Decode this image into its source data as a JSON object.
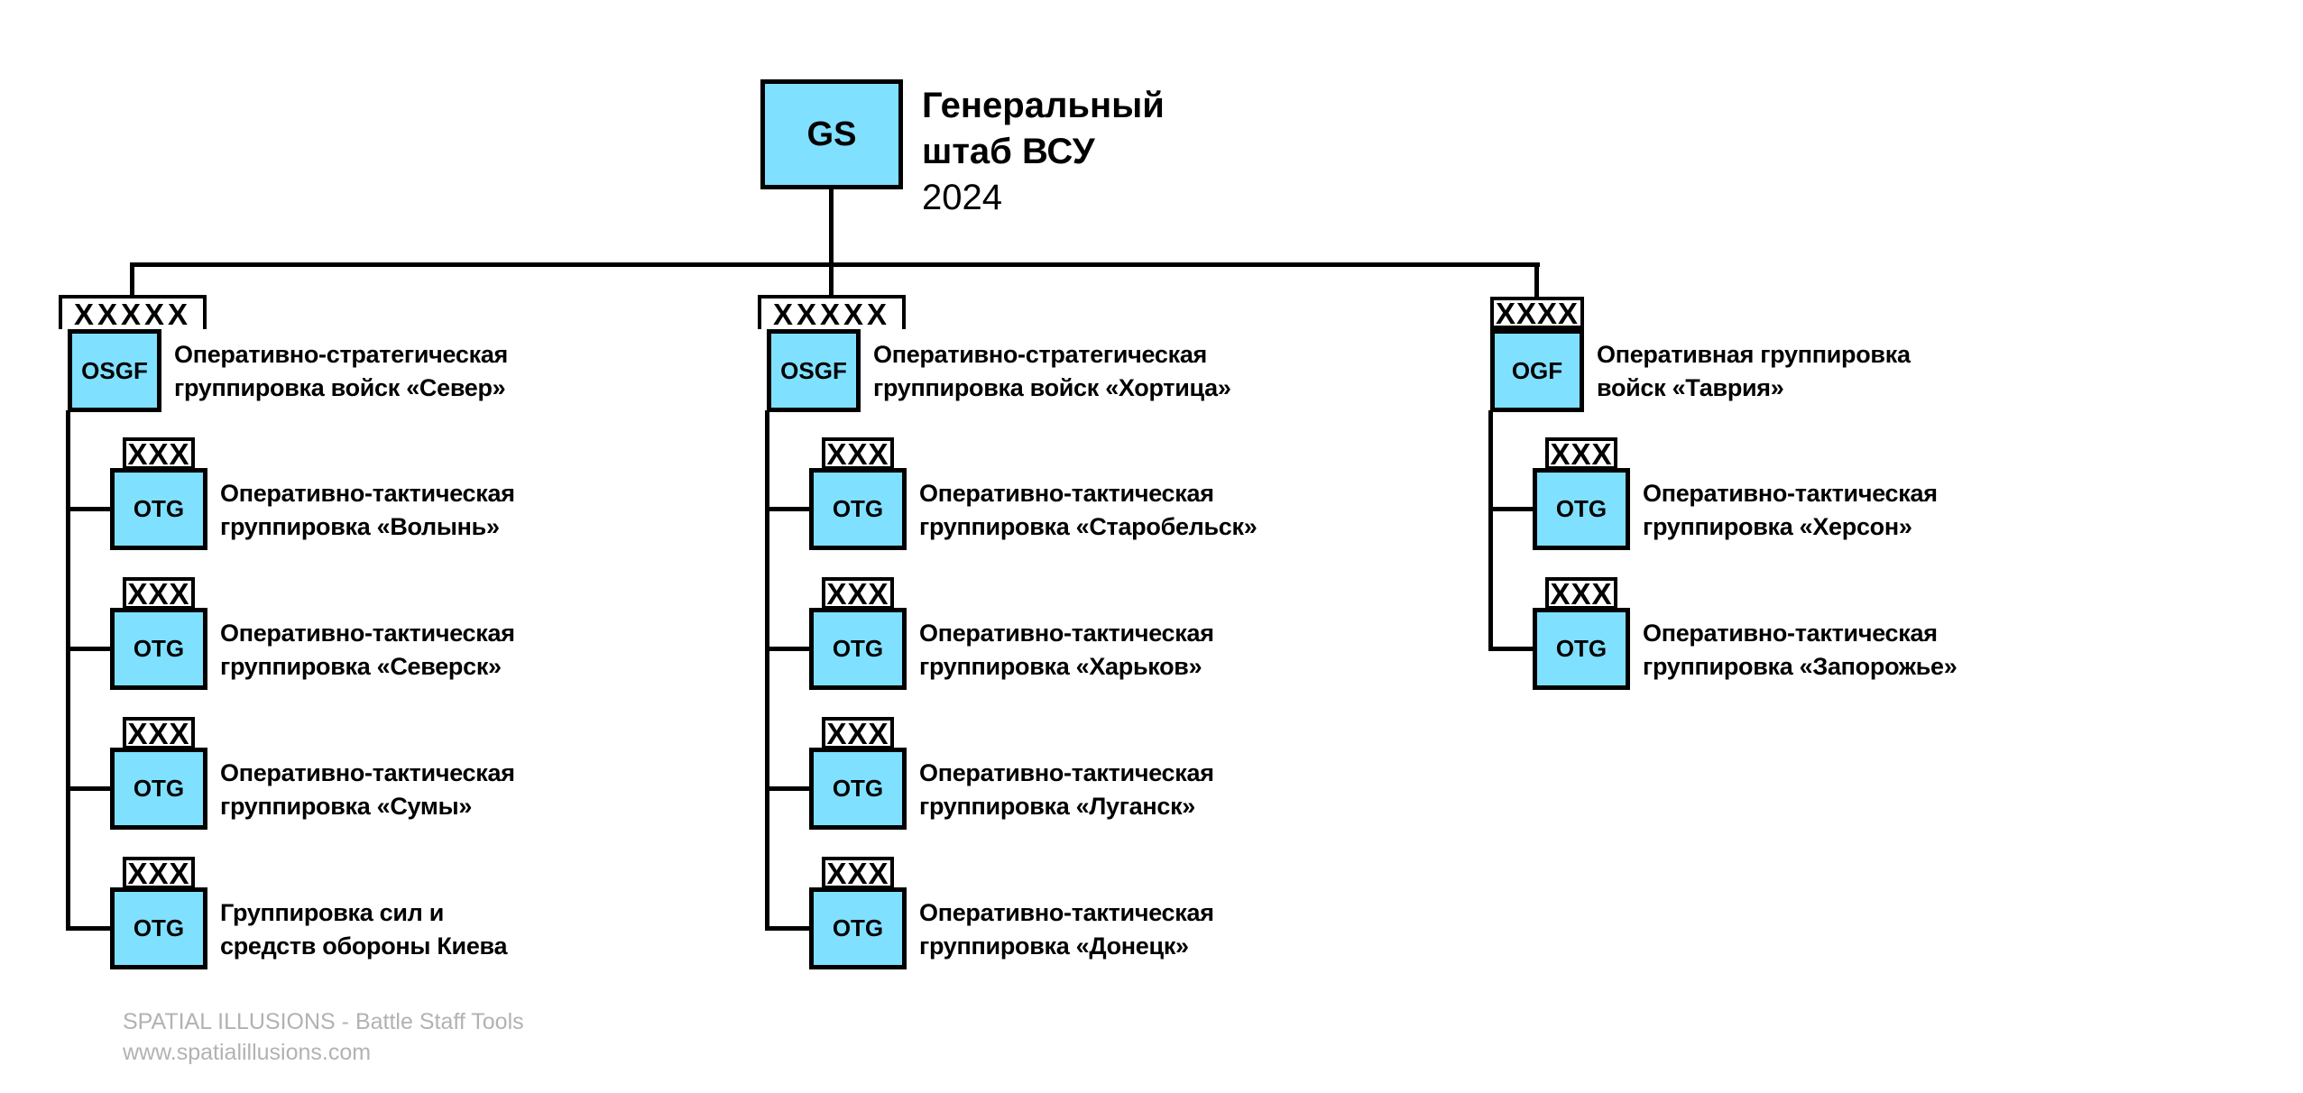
{
  "root": {
    "symbol": "GS",
    "title_line1": "Генеральный",
    "title_line2": "штаб ВСУ",
    "year": "2024"
  },
  "columns": [
    {
      "echelon": "XXXXX",
      "symbol": "OSGF",
      "label_line1": "Оперативно-стратегическая",
      "label_line2": "группировка войск «Север»",
      "children": [
        {
          "echelon": "XXX",
          "symbol": "OTG",
          "label_line1": "Оперативно-тактическая",
          "label_line2": "группировка «Волынь»"
        },
        {
          "echelon": "XXX",
          "symbol": "OTG",
          "label_line1": "Оперативно-тактическая",
          "label_line2": "группировка «Северск»"
        },
        {
          "echelon": "XXX",
          "symbol": "OTG",
          "label_line1": "Оперативно-тактическая",
          "label_line2": "группировка «Сумы»"
        },
        {
          "echelon": "XXX",
          "symbol": "OTG",
          "label_line1": "Группировка сил и",
          "label_line2": "средств обороны Киева"
        }
      ]
    },
    {
      "echelon": "XXXXX",
      "symbol": "OSGF",
      "label_line1": "Оперативно-стратегическая",
      "label_line2": "группировка войск «Хортица»",
      "children": [
        {
          "echelon": "XXX",
          "symbol": "OTG",
          "label_line1": "Оперативно-тактическая",
          "label_line2": "группировка «Старобельск»"
        },
        {
          "echelon": "XXX",
          "symbol": "OTG",
          "label_line1": "Оперативно-тактическая",
          "label_line2": "группировка «Харьков»"
        },
        {
          "echelon": "XXX",
          "symbol": "OTG",
          "label_line1": "Оперативно-тактическая",
          "label_line2": "группировка «Луганск»"
        },
        {
          "echelon": "XXX",
          "symbol": "OTG",
          "label_line1": "Оперативно-тактическая",
          "label_line2": "группировка «Донецк»"
        }
      ]
    },
    {
      "echelon": "XXXX",
      "symbol": "OGF",
      "label_line1": "Оперативная группировка",
      "label_line2": "войск «Таврия»",
      "children": [
        {
          "echelon": "XXX",
          "symbol": "OTG",
          "label_line1": "Оперативно-тактическая",
          "label_line2": "группировка «Херсон»"
        },
        {
          "echelon": "XXX",
          "symbol": "OTG",
          "label_line1": "Оперативно-тактическая",
          "label_line2": "группировка «Запорожье»"
        }
      ]
    }
  ],
  "footer": {
    "credit": "SPATIAL ILLUSIONS - Battle Staff Tools",
    "url": "www.spatialillusions.com"
  },
  "colors": {
    "unit_fill": "#80E0FF",
    "line": "#000000",
    "footer_text": "#B2B2B2"
  }
}
